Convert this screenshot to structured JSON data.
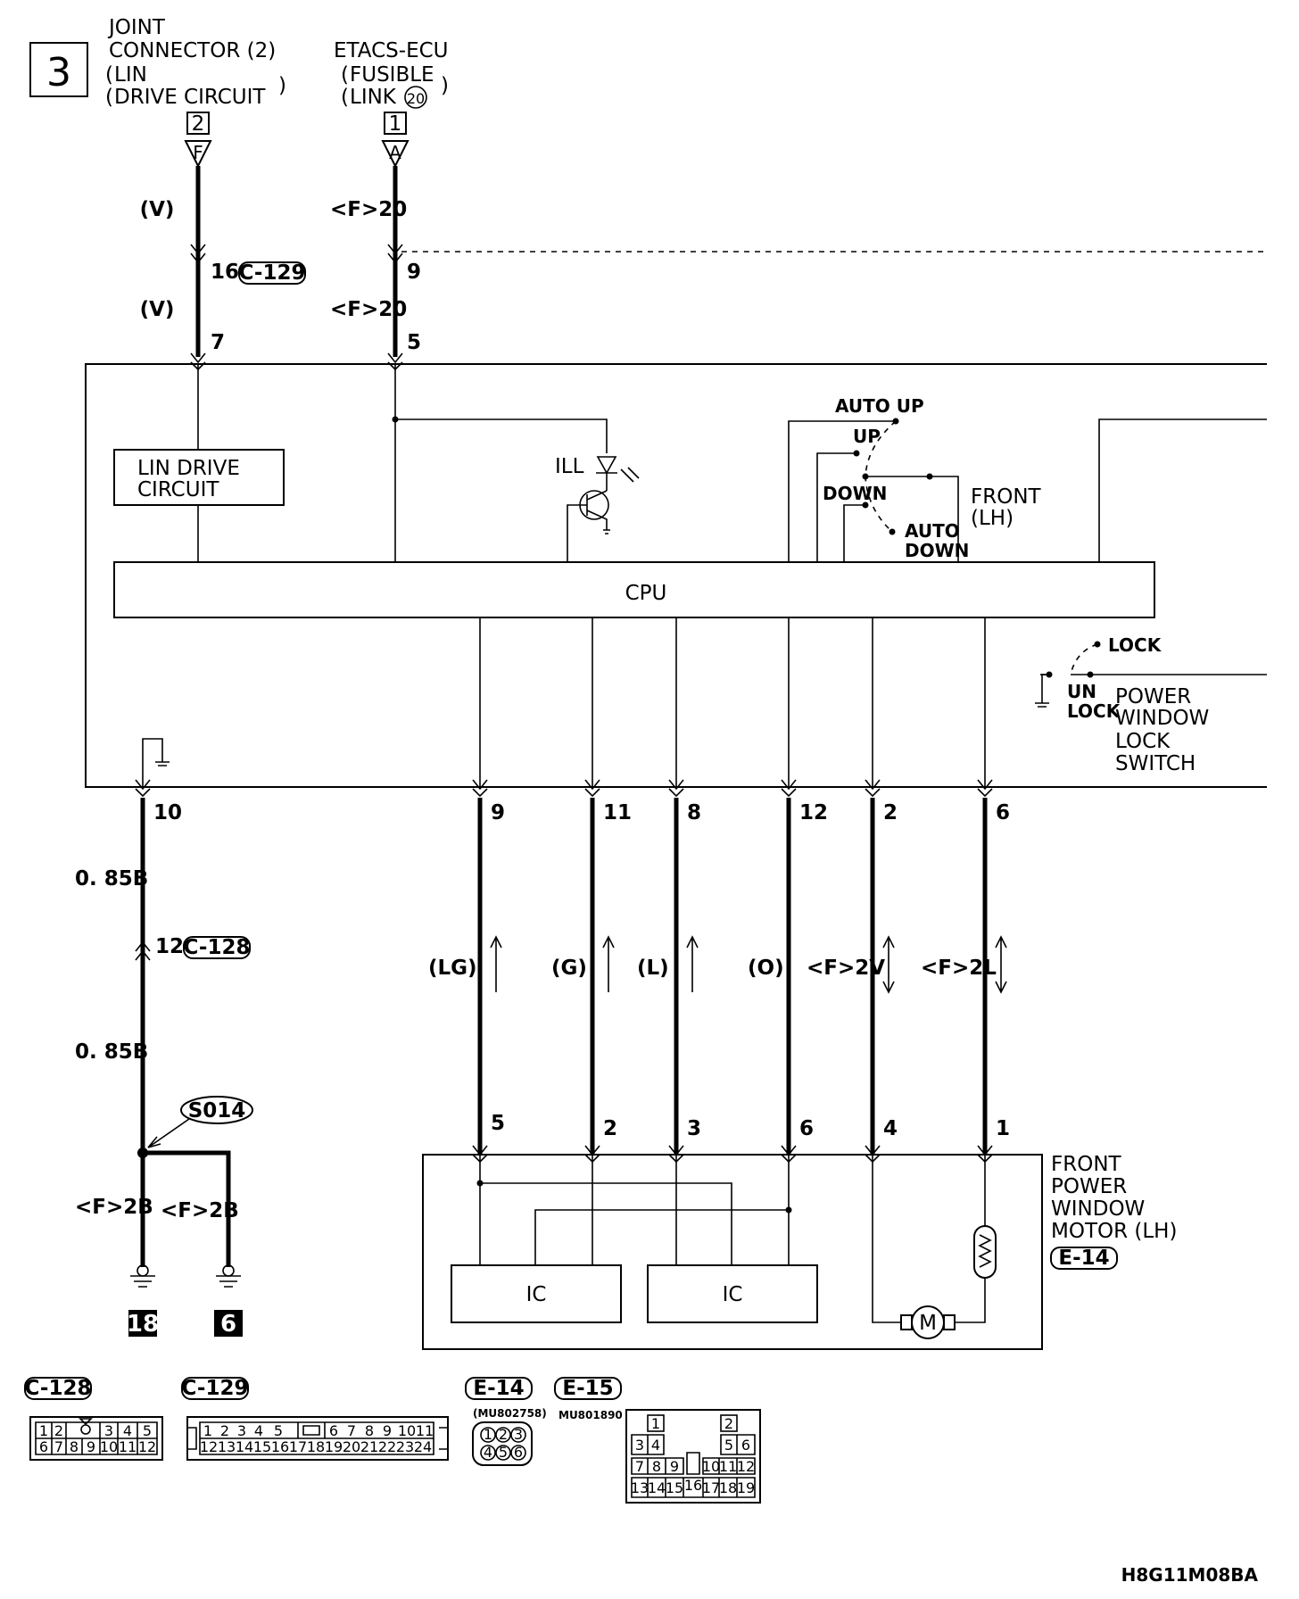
{
  "page_number": "3",
  "top": {
    "joint_connector": {
      "line1": "JOINT",
      "line2": "CONNECTOR (2)",
      "line3": "LIN",
      "line4": "DRIVE CIRCUIT",
      "page_ref": "2",
      "ref_letter": "F"
    },
    "etacs": {
      "line1": "ETACS-ECU",
      "line2": "FUSIBLE",
      "line3": "LINK",
      "link_no": "20",
      "page_ref": "1",
      "ref_letter": "A"
    }
  },
  "wires_top": {
    "left_color_1": "(V)",
    "left_pin_joint": "16",
    "left_conn": "C-129",
    "left_color_2": "(V)",
    "left_pin_switch": "7",
    "right_color_1": "<F>20",
    "right_pin_joint": "9",
    "right_color_2": "<F>20",
    "right_pin_switch": "5"
  },
  "switch_unit": {
    "lin_drive": {
      "line1": "LIN DRIVE",
      "line2": "CIRCUIT"
    },
    "ill": "ILL",
    "cpu": "CPU",
    "auto_up": "AUTO UP",
    "up": "UP",
    "down": "DOWN",
    "auto_down_1": "AUTO",
    "auto_down_2": "DOWN",
    "front_lh_1": "FRONT",
    "front_lh_2": "(LH)",
    "lock": "LOCK",
    "unlock_1": "UN",
    "unlock_2": "LOCK",
    "pw_lock_1": "POWER",
    "pw_lock_2": "WINDOW",
    "pw_lock_3": "LOCK",
    "pw_lock_4": "SWITCH"
  },
  "lower_pins": {
    "ground_pin": "10",
    "p9": "9",
    "p11": "11",
    "p8": "8",
    "p12": "12",
    "p2": "2",
    "p6": "6"
  },
  "ground_path": {
    "wire_1": "0. 85B",
    "joint_pin": "12",
    "joint_conn": "C-128",
    "wire_2": "0. 85B",
    "splice": "S014",
    "branch_left": "<F>2B",
    "branch_right": "<F>2B",
    "ground_a": "18",
    "ground_b": "6"
  },
  "signal_wires": {
    "w1": "(LG)",
    "w2": "(G)",
    "w3": "(L)",
    "w4": "(O)",
    "w5": "<F>2V",
    "w6": "<F>2L"
  },
  "motor": {
    "pins": [
      "5",
      "2",
      "3",
      "6",
      "4",
      "1"
    ],
    "title_1": "FRONT",
    "title_2": "POWER",
    "title_3": "WINDOW",
    "title_4": "MOTOR (LH)",
    "conn": "E-14",
    "ic_1": "IC",
    "ic_2": "IC",
    "motor_symbol": "M"
  },
  "connectors": {
    "c128": {
      "name": "C-128",
      "row1": [
        "1",
        "2",
        "",
        "3",
        "4",
        "5"
      ],
      "row2": [
        "6",
        "7",
        "8",
        "9",
        "10",
        "11",
        "12"
      ]
    },
    "c129": {
      "name": "C-129",
      "row1": [
        "1",
        "2",
        "3",
        "4",
        "5",
        "",
        "6",
        "7",
        "8",
        "9",
        "10",
        "11"
      ],
      "row2": [
        "12",
        "13",
        "14",
        "15",
        "16",
        "17",
        "18",
        "19",
        "20",
        "21",
        "22",
        "23",
        "24"
      ]
    },
    "e14": {
      "name": "E-14",
      "part": "(MU802758)",
      "pins": [
        "1",
        "2",
        "3",
        "4",
        "5",
        "6"
      ]
    },
    "e15": {
      "name": "E-15",
      "part": "MU801890",
      "pins": [
        "1",
        "2",
        "3",
        "4",
        "5",
        "6",
        "7",
        "8",
        "9",
        "10",
        "11",
        "12",
        "13",
        "14",
        "15",
        "16",
        "17",
        "18",
        "19"
      ]
    }
  },
  "figure_code": "H8G11M08BA"
}
